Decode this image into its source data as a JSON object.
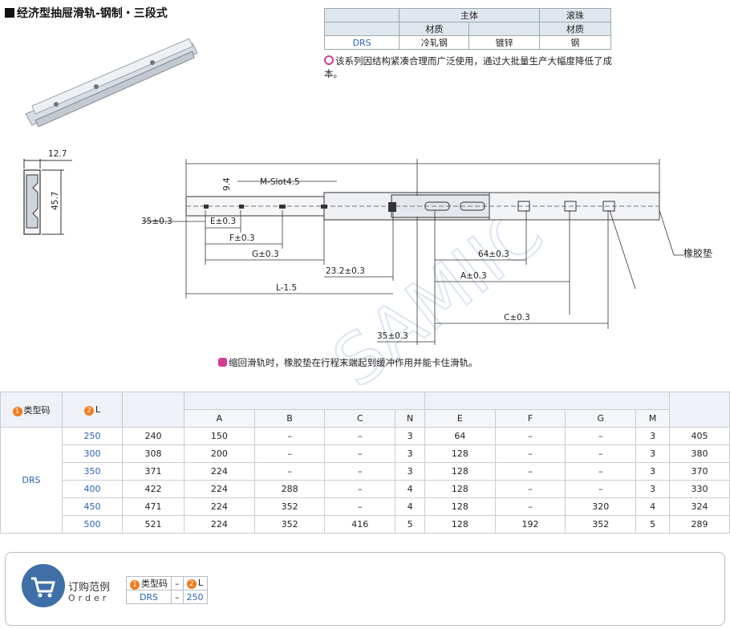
{
  "title": "经济型抽屉滑轨-钢制・三段式",
  "material_table": {
    "group_headers": [
      "主体",
      "滚珠"
    ],
    "sub_headers": [
      "材质",
      "材质"
    ],
    "row": {
      "code": "DRS",
      "body_material": "冷轧钢",
      "body_finish": "镀锌",
      "ball_material": "钢"
    }
  },
  "note_structure": "该系列因结构紧凑合理而广泛使用，通过大批量生产大幅度降低了成本。",
  "note_retract": "缩回滑轨时，橡胶垫在行程末端起到缓冲作用并能卡住滑轨。",
  "drawing": {
    "dim_width": "12.7",
    "dim_height": "45.7",
    "dim_slot_h": "9.4",
    "slot_label": "M-Slot4.5",
    "dims": [
      "35±0.3",
      "E±0.3",
      "F±0.3",
      "G±0.3",
      "23.2±0.3",
      "L-1.5",
      "64±0.3",
      "A±0.3",
      "C±0.3",
      "35±0.3"
    ],
    "rubber_pad_label": "橡胶垫",
    "watermark": "SAMIIC"
  },
  "spec_table": {
    "header_type": "类型码",
    "header_L": "L",
    "type_num": "1",
    "L_num": "2",
    "columns": [
      "A",
      "B",
      "C",
      "N",
      "E",
      "F",
      "G",
      "M"
    ],
    "type_code": "DRS",
    "rows": [
      {
        "L": "250",
        "v": "240",
        "cells": [
          "150",
          "–",
          "–",
          "3",
          "64",
          "–",
          "–",
          "3"
        ],
        "last": "405"
      },
      {
        "L": "300",
        "v": "308",
        "cells": [
          "200",
          "–",
          "–",
          "3",
          "128",
          "–",
          "–",
          "3"
        ],
        "last": "380"
      },
      {
        "L": "350",
        "v": "371",
        "cells": [
          "224",
          "–",
          "–",
          "3",
          "128",
          "–",
          "–",
          "3"
        ],
        "last": "370"
      },
      {
        "L": "400",
        "v": "422",
        "cells": [
          "224",
          "288",
          "–",
          "4",
          "128",
          "–",
          "–",
          "3"
        ],
        "last": "330"
      },
      {
        "L": "450",
        "v": "471",
        "cells": [
          "224",
          "352",
          "–",
          "4",
          "128",
          "–",
          "320",
          "4"
        ],
        "last": "324"
      },
      {
        "L": "500",
        "v": "521",
        "cells": [
          "224",
          "352",
          "416",
          "5",
          "128",
          "192",
          "352",
          "5"
        ],
        "last": "289"
      }
    ]
  },
  "order_example": {
    "title": "订购范例",
    "subtitle": "Order",
    "header_type": "类型码",
    "header_L": "L",
    "dash": "–",
    "type_code": "DRS",
    "L_value": "250"
  }
}
